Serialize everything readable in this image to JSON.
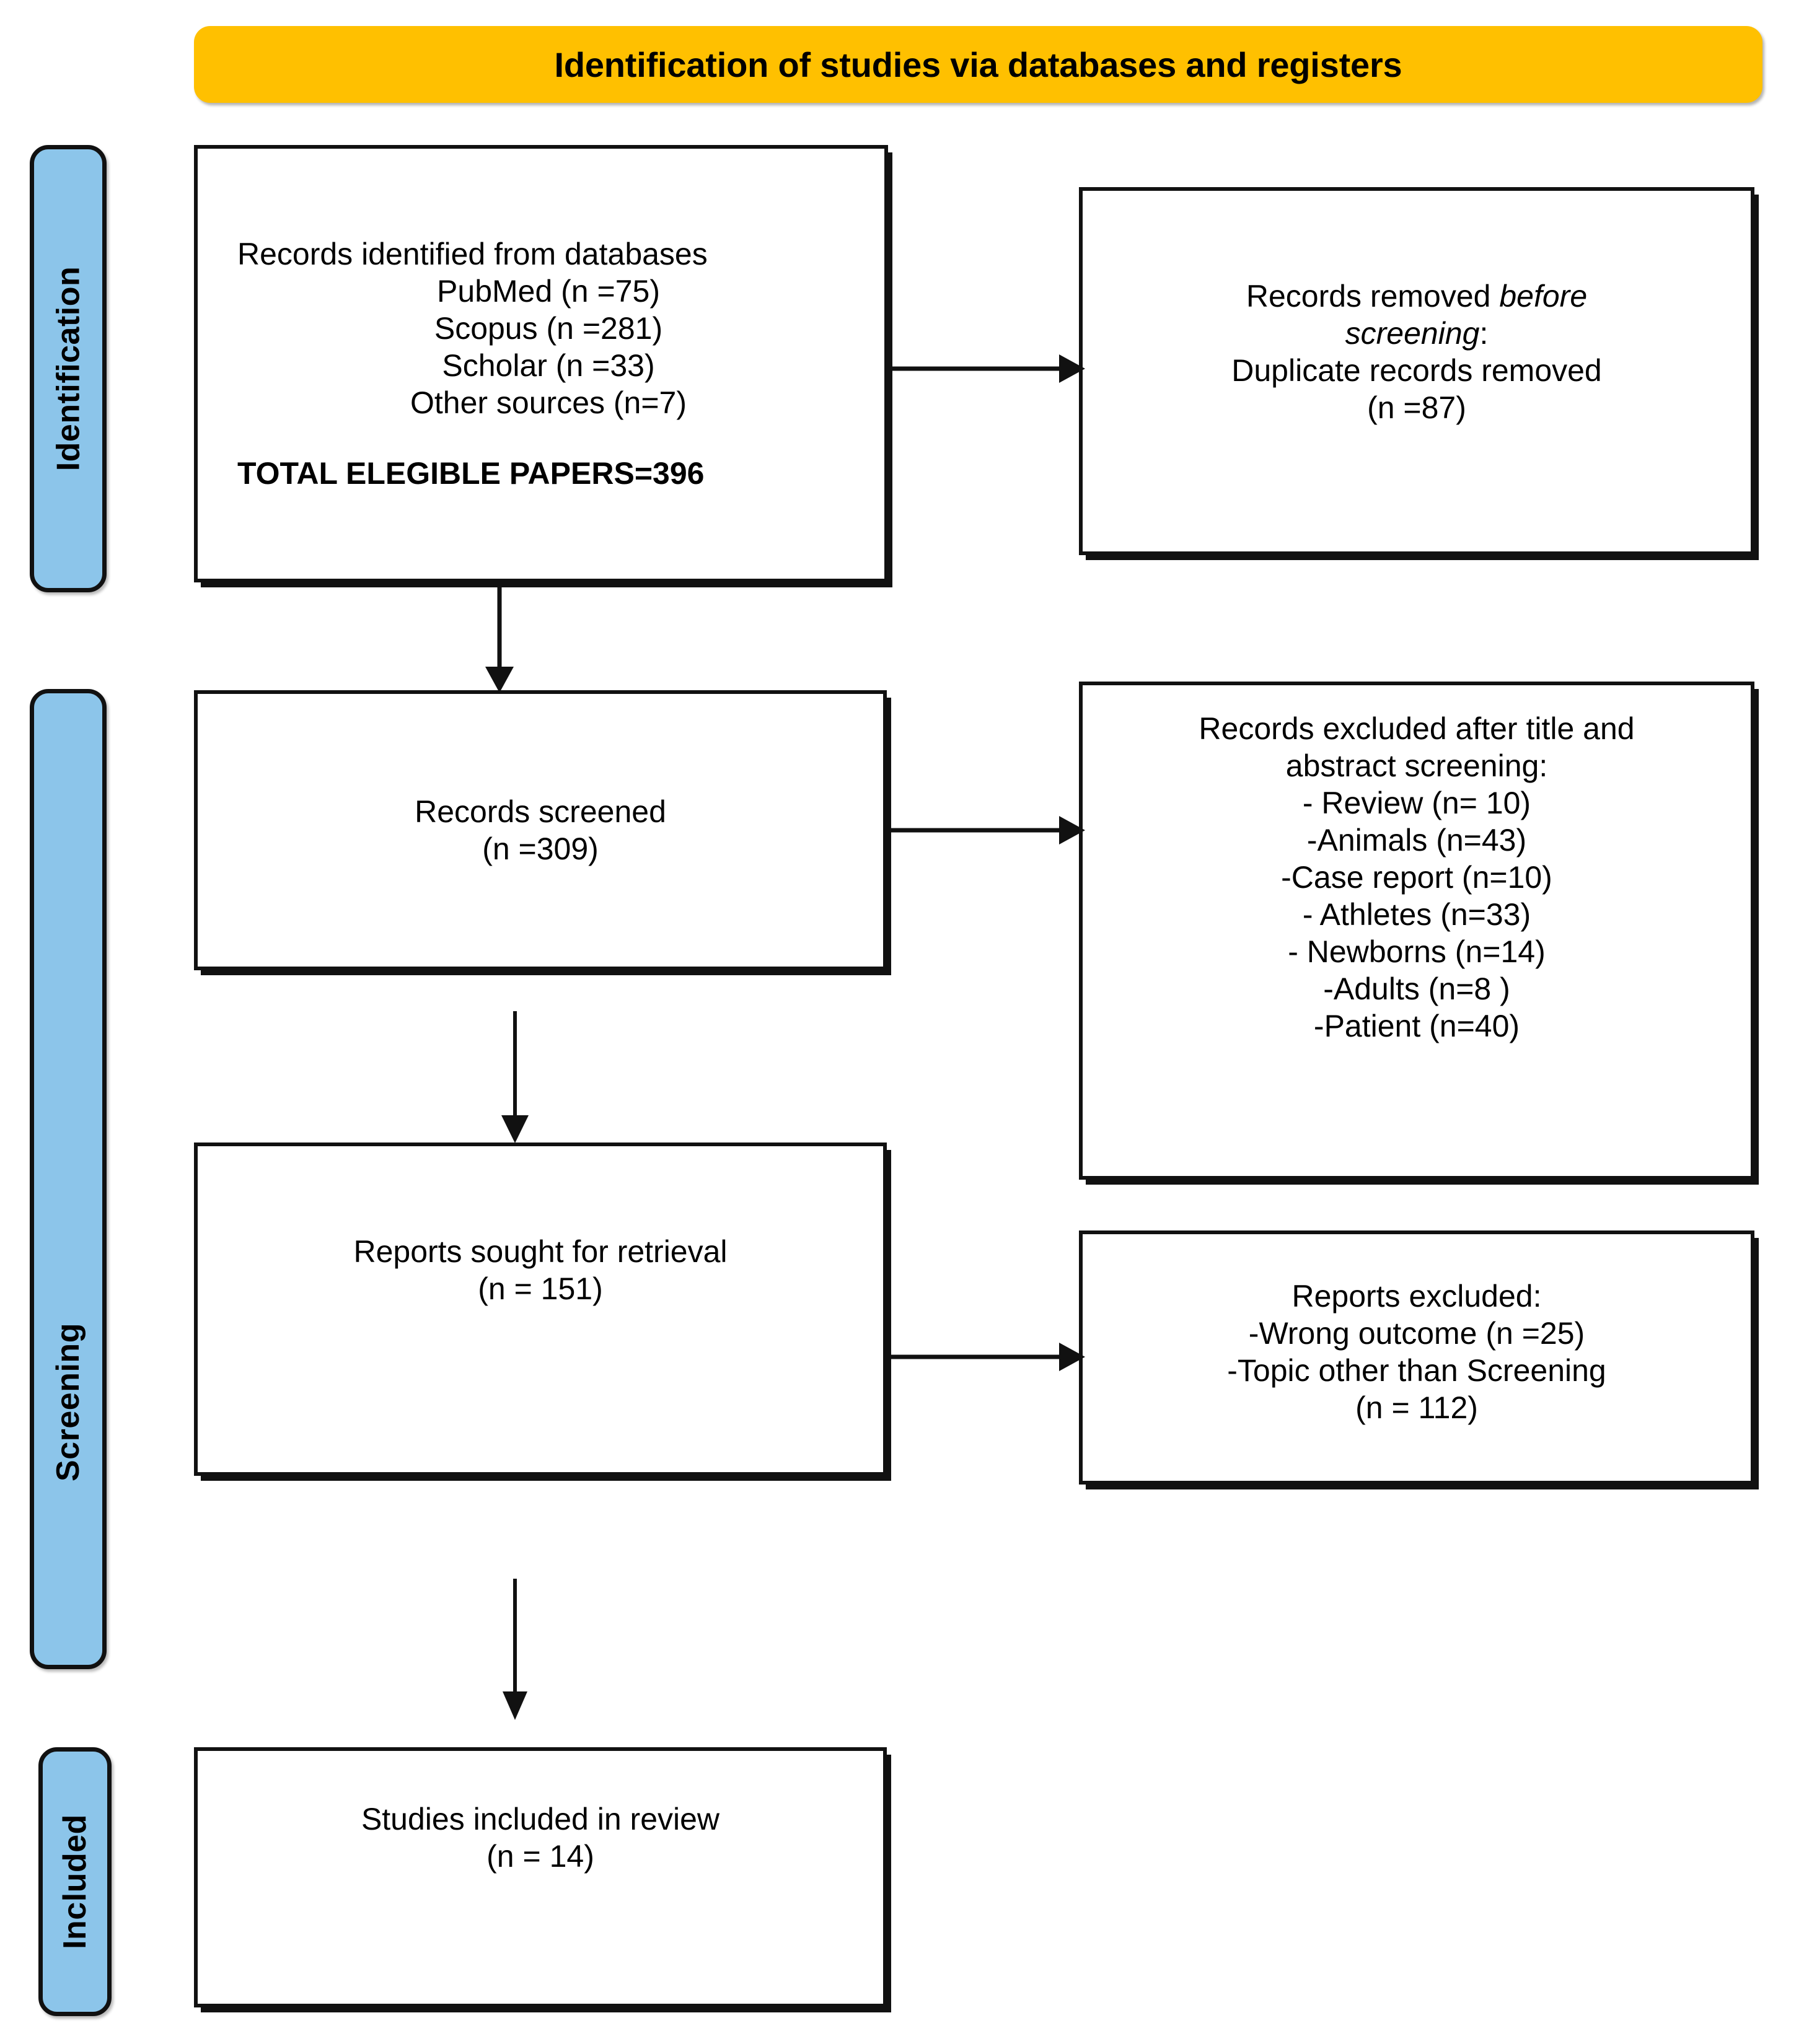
{
  "banner": {
    "title": "Identification of studies via databases and registers"
  },
  "stages": [
    {
      "id": "identification",
      "label": "Identification"
    },
    {
      "id": "screening",
      "label": "Screening"
    },
    {
      "id": "included",
      "label": "Included"
    }
  ],
  "boxes": {
    "identified": {
      "heading": "Records identified from databases",
      "sources": [
        "PubMed (n =75)",
        "Scopus (n =281)",
        "Scholar (n =33)",
        "Other sources (n=7)"
      ],
      "total": "TOTAL ELEGIBLE PAPERS=396"
    },
    "duplicates": {
      "line1_pre": "Records removed ",
      "line1_ital": "before",
      "line2_ital": "screening",
      "line2_post": ":",
      "line3": "Duplicate records removed",
      "line4": "(n =87)"
    },
    "screened": {
      "line1": "Records screened",
      "line2": "(n =309)"
    },
    "excluded_title_abstract": {
      "line1": "Records excluded after title and",
      "line2": "abstract screening:",
      "items": [
        "- Review (n= 10)",
        "-Animals (n=43)",
        "-Case report (n=10)",
        "- Athletes (n=33)",
        "- Newborns (n=14)",
        "-Adults (n=8 )",
        "-Patient (n=40)"
      ]
    },
    "sought": {
      "line1": "Reports sought for retrieval",
      "line2": "(n = 151)"
    },
    "reports_excluded": {
      "line1": "Reports excluded:",
      "line2": "-Wrong outcome (n =25)",
      "line3": "-Topic other than Screening",
      "line4": "(n = 112)"
    },
    "included": {
      "line1": "Studies included in review",
      "line2": "(n = 14)"
    }
  },
  "colors": {
    "banner": "#FFC000",
    "stage": "#8CC5EA",
    "stroke": "#111111",
    "text": "#000000"
  },
  "arrows": {
    "identified_to_duplicates": "arrow-right",
    "identified_to_screened": "arrow-down",
    "screened_to_excluded": "arrow-right",
    "screened_to_sought": "arrow-down",
    "sought_to_reports_excluded": "arrow-right",
    "sought_to_included": "arrow-down"
  }
}
